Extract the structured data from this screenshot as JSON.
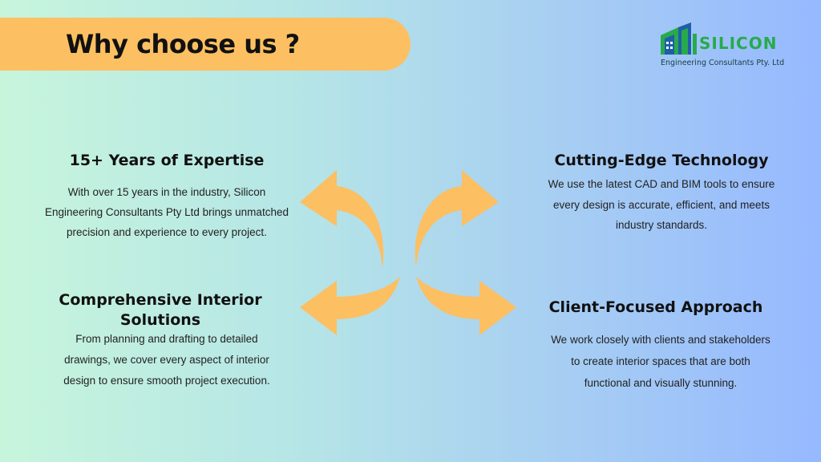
{
  "title": "Why choose us ?",
  "logo": {
    "word": "SILICON",
    "subtitle": "Engineering Consultants Pty. Ltd",
    "icon": "building-logo-icon",
    "colors": {
      "green": "#28aa4c",
      "blue": "#1f5fa8"
    }
  },
  "colors": {
    "accent": "#fcc062",
    "arrow": "#fcbf62"
  },
  "features": {
    "top_left": {
      "heading": "15+ Years of Expertise",
      "lines": [
        "With over 15 years in the industry, Silicon",
        "Engineering Consultants Pty Ltd brings unmatched",
        "precision and experience to every project."
      ]
    },
    "top_right": {
      "heading": "Cutting-Edge Technology",
      "lines": [
        "We use the latest CAD and BIM tools to ensure",
        "every design is accurate, efficient, and meets",
        "industry standards."
      ]
    },
    "bottom_left": {
      "heading_lines": [
        "Comprehensive Interior",
        "Solutions"
      ],
      "lines": [
        "From planning and drafting to detailed",
        "drawings, we cover every aspect of interior",
        "design to ensure smooth project execution."
      ]
    },
    "bottom_right": {
      "heading": "Client-Focused Approach",
      "lines": [
        "We work closely with clients and stakeholders",
        "to create interior spaces that are both",
        "functional and visually stunning."
      ]
    }
  }
}
